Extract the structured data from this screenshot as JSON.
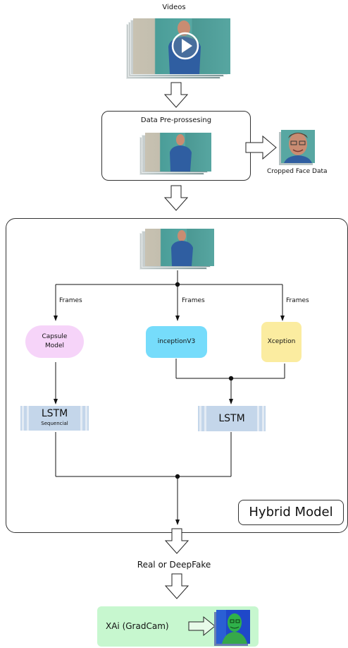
{
  "labels": {
    "videos": "Videos",
    "preprocessing": "Data Pre-prossesing",
    "cropped_face": "Cropped Face Data",
    "frames": "Frames",
    "capsule_line1": "Capsule",
    "capsule_line2": "Model",
    "inception": "inceptionV3",
    "xception": "Xception",
    "lstm": "LSTM",
    "sequencial": "Sequencial",
    "hybrid": "Hybrid Model",
    "output": "Real or DeepFake",
    "xai": "XAi (GradCam)"
  },
  "icons": {
    "play": "play-icon",
    "down_arrow": "down-arrow-icon",
    "right_arrow": "right-arrow-icon"
  },
  "colors": {
    "capsule": "#f6d4f9",
    "inception": "#76dcfb",
    "xception": "#fbeca0",
    "lstm": "#c4d6ea",
    "xai": "#c7f7cf",
    "gradcam_green": "#2fb14a",
    "gradcam_blue": "#1f48c9"
  }
}
